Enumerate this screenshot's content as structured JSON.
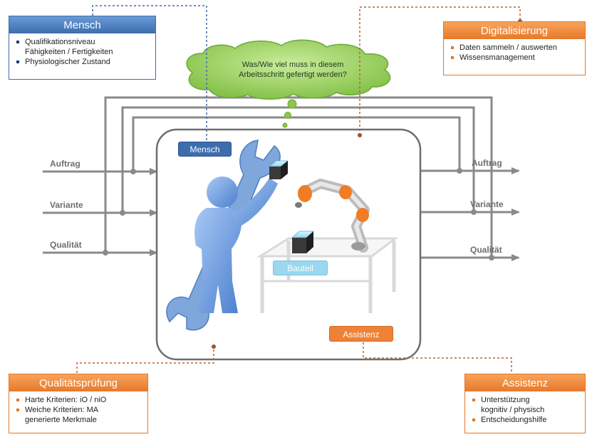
{
  "boxes": {
    "mensch": {
      "title": "Mensch",
      "items": [
        "Qualifikationsniveau",
        "Fähigkeiten / Fertigkeiten",
        "Physiologischer Zustand"
      ]
    },
    "digitalisierung": {
      "title": "Digitalisierung",
      "items": [
        "Daten sammeln / auswerten",
        "Wissensmanagement"
      ]
    },
    "qualitaet": {
      "title": "Qualitätsprüfung",
      "items": [
        "Harte Kriterien: iO / niO",
        "Weiche Kriterien: MA",
        "generierte Merkmale"
      ]
    },
    "assistenz": {
      "title": "Assistenz",
      "items": [
        "Unterstützung",
        "kognitiv / physisch",
        "Entscheidungshilfe"
      ]
    }
  },
  "cloud": {
    "line1": "Was/Wie viel muss in diesem",
    "line2": "Arbeitsschritt gefertigt werden?"
  },
  "inputs": [
    "Auftrag",
    "Variante",
    "Qualität"
  ],
  "outputs": [
    "Auftrag",
    "Variante",
    "Qualität"
  ],
  "tags": {
    "mensch": "Mensch",
    "bauteil": "Bauteil",
    "assistenz": "Assistenz"
  },
  "colors": {
    "blue": "#3d6fad",
    "orange": "#e6792b",
    "green": "#8fc64a",
    "gray": "#8a8a8a",
    "figure": "#6d9be0"
  }
}
